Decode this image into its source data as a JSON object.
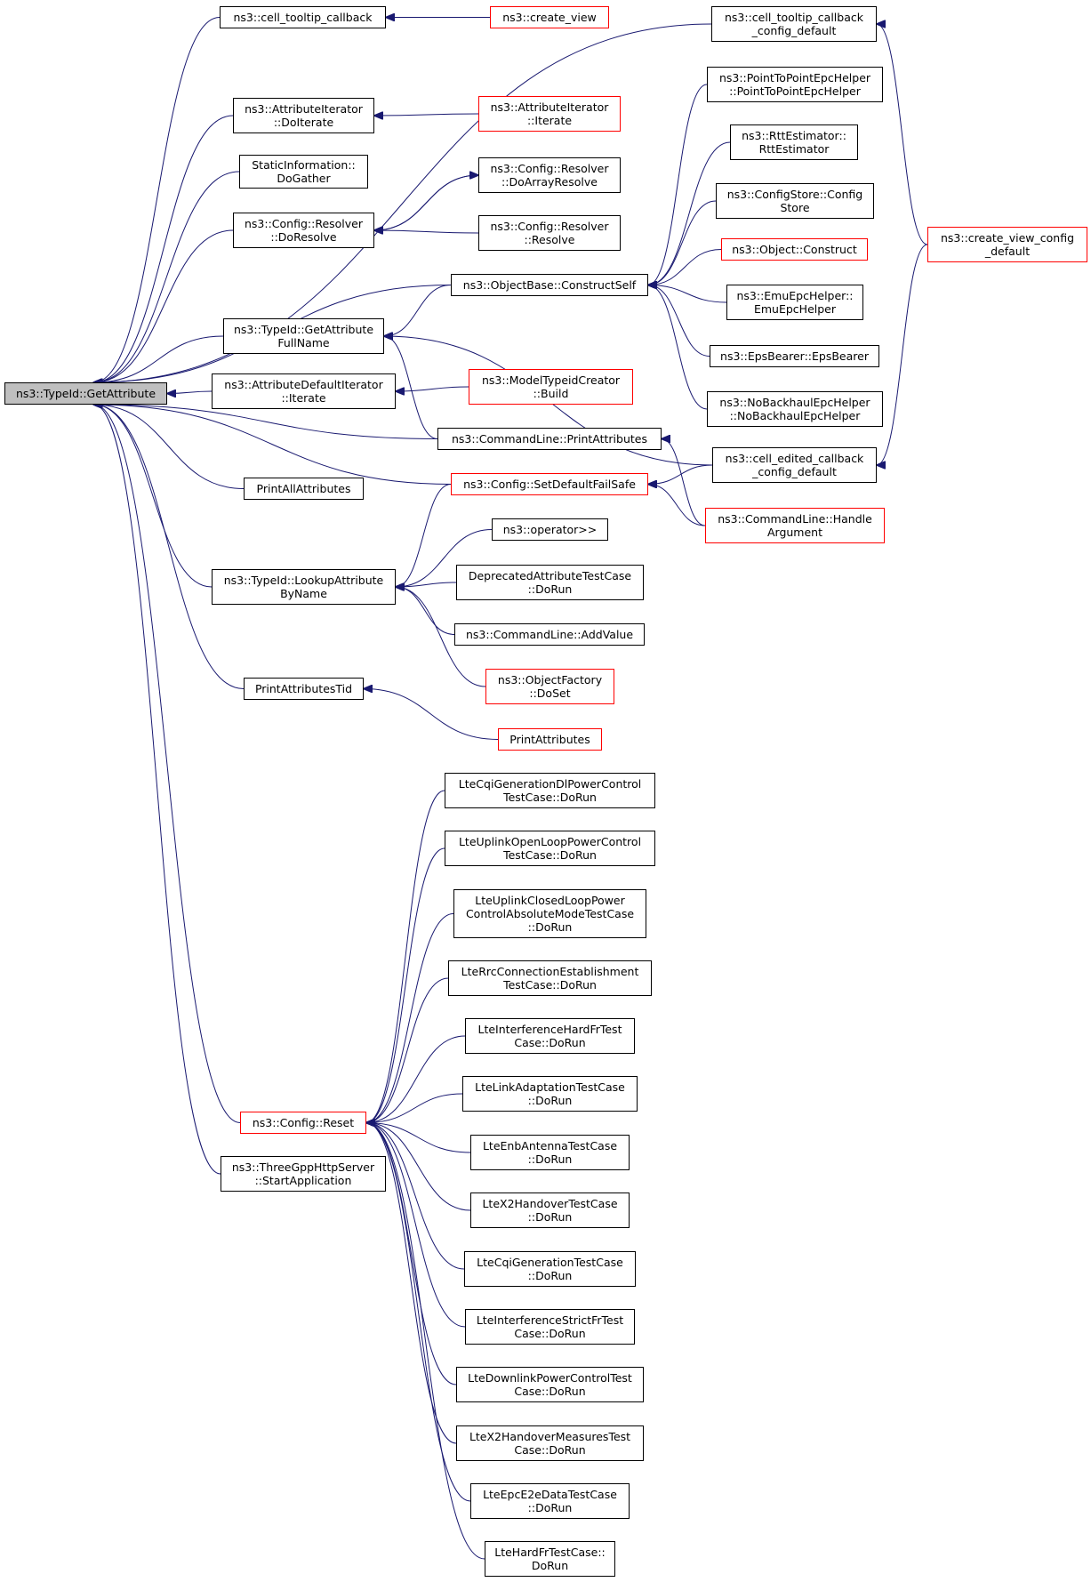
{
  "colors": {
    "edge": "#191970",
    "normal_border": "#000000",
    "link_border": "#ff0000",
    "root_fill": "#bfbfbf"
  },
  "nodes": [
    {
      "id": "getattr",
      "label": "ns3::TypeId::GetAttribute",
      "style": "root"
    },
    {
      "id": "cell_tooltip",
      "label": "ns3::cell_tooltip_callback",
      "style": "normal"
    },
    {
      "id": "create_view",
      "label": "ns3::create_view",
      "style": "link"
    },
    {
      "id": "cell_tooltip_def",
      "label": "ns3::cell_tooltip_callback\n_config_default",
      "style": "normal"
    },
    {
      "id": "ptp",
      "label": "ns3::PointToPointEpcHelper\n::PointToPointEpcHelper",
      "style": "normal"
    },
    {
      "id": "attr_iter_doiterate",
      "label": "ns3::AttributeIterator\n::DoIterate",
      "style": "normal"
    },
    {
      "id": "attr_iter_iterate",
      "label": "ns3::AttributeIterator\n::Iterate",
      "style": "link"
    },
    {
      "id": "rtt",
      "label": "ns3::RttEstimator::\nRttEstimator",
      "style": "normal"
    },
    {
      "id": "static_info",
      "label": "StaticInformation::\nDoGather",
      "style": "normal"
    },
    {
      "id": "doarray",
      "label": "ns3::Config::Resolver\n::DoArrayResolve",
      "style": "normal"
    },
    {
      "id": "configstore",
      "label": "ns3::ConfigStore::Config\nStore",
      "style": "normal"
    },
    {
      "id": "doresolve",
      "label": "ns3::Config::Resolver\n::DoResolve",
      "style": "normal"
    },
    {
      "id": "resolve",
      "label": "ns3::Config::Resolver\n::Resolve",
      "style": "normal"
    },
    {
      "id": "create_view_cfg",
      "label": "ns3::create_view_config\n_default",
      "style": "link"
    },
    {
      "id": "obj_construct",
      "label": "ns3::Object::Construct",
      "style": "link"
    },
    {
      "id": "constructself",
      "label": "ns3::ObjectBase::ConstructSelf",
      "style": "normal"
    },
    {
      "id": "emu",
      "label": "ns3::EmuEpcHelper::\nEmuEpcHelper",
      "style": "normal"
    },
    {
      "id": "getattrfull",
      "label": "ns3::TypeId::GetAttribute\nFullName",
      "style": "normal"
    },
    {
      "id": "epsbearer",
      "label": "ns3::EpsBearer::EpsBearer",
      "style": "normal"
    },
    {
      "id": "attrdef_iterate",
      "label": "ns3::AttributeDefaultIterator\n::Iterate",
      "style": "normal"
    },
    {
      "id": "modeltypeid",
      "label": "ns3::ModelTypeidCreator\n::Build",
      "style": "link"
    },
    {
      "id": "nobackhaul",
      "label": "ns3::NoBackhaulEpcHelper\n::NoBackhaulEpcHelper",
      "style": "normal"
    },
    {
      "id": "cmd_printattrs",
      "label": "ns3::CommandLine::PrintAttributes",
      "style": "normal"
    },
    {
      "id": "cell_edited",
      "label": "ns3::cell_edited_callback\n_config_default",
      "style": "normal"
    },
    {
      "id": "setdefaultfs",
      "label": "ns3::Config::SetDefaultFailSafe",
      "style": "link"
    },
    {
      "id": "printallattrs",
      "label": "PrintAllAttributes",
      "style": "normal"
    },
    {
      "id": "handlearg",
      "label": "ns3::CommandLine::Handle\nArgument",
      "style": "link"
    },
    {
      "id": "operator",
      "label": "ns3::operator>>",
      "style": "normal"
    },
    {
      "id": "lookupattr",
      "label": "ns3::TypeId::LookupAttribute\nByName",
      "style": "normal"
    },
    {
      "id": "deprecated",
      "label": "DeprecatedAttributeTestCase\n::DoRun",
      "style": "normal"
    },
    {
      "id": "addvalue",
      "label": "ns3::CommandLine::AddValue",
      "style": "normal"
    },
    {
      "id": "objfactory",
      "label": "ns3::ObjectFactory\n::DoSet",
      "style": "link"
    },
    {
      "id": "printattrstid",
      "label": "PrintAttributesTid",
      "style": "normal"
    },
    {
      "id": "printattrs",
      "label": "PrintAttributes",
      "style": "link"
    },
    {
      "id": "t1",
      "label": "LteCqiGenerationDlPowerControl\nTestCase::DoRun",
      "style": "normal"
    },
    {
      "id": "t2",
      "label": "LteUplinkOpenLoopPowerControl\nTestCase::DoRun",
      "style": "normal"
    },
    {
      "id": "t3",
      "label": "LteUplinkClosedLoopPower\nControlAbsoluteModeTestCase\n::DoRun",
      "style": "normal"
    },
    {
      "id": "t4",
      "label": "LteRrcConnectionEstablishment\nTestCase::DoRun",
      "style": "normal"
    },
    {
      "id": "t5",
      "label": "LteInterferenceHardFrTest\nCase::DoRun",
      "style": "normal"
    },
    {
      "id": "t6",
      "label": "LteLinkAdaptationTestCase\n::DoRun",
      "style": "normal"
    },
    {
      "id": "cfgreset",
      "label": "ns3::Config::Reset",
      "style": "link"
    },
    {
      "id": "t7",
      "label": "LteEnbAntennaTestCase\n::DoRun",
      "style": "normal"
    },
    {
      "id": "threegpp",
      "label": "ns3::ThreeGppHttpServer\n::StartApplication",
      "style": "normal"
    },
    {
      "id": "t8",
      "label": "LteX2HandoverTestCase\n::DoRun",
      "style": "normal"
    },
    {
      "id": "t9",
      "label": "LteCqiGenerationTestCase\n::DoRun",
      "style": "normal"
    },
    {
      "id": "t10",
      "label": "LteInterferenceStrictFrTest\nCase::DoRun",
      "style": "normal"
    },
    {
      "id": "t11",
      "label": "LteDownlinkPowerControlTest\nCase::DoRun",
      "style": "normal"
    },
    {
      "id": "t12",
      "label": "LteX2HandoverMeasuresTest\nCase::DoRun",
      "style": "normal"
    },
    {
      "id": "t13",
      "label": "LteEpcE2eDataTestCase\n::DoRun",
      "style": "normal"
    },
    {
      "id": "t14",
      "label": "LteHardFrTestCase::\nDoRun",
      "style": "normal"
    }
  ],
  "edges": [
    [
      "getattr",
      "cell_tooltip"
    ],
    [
      "getattr",
      "cell_tooltip_def"
    ],
    [
      "getattr",
      "attr_iter_doiterate"
    ],
    [
      "getattr",
      "static_info"
    ],
    [
      "getattr",
      "doresolve"
    ],
    [
      "getattr",
      "constructself"
    ],
    [
      "getattr",
      "getattrfull"
    ],
    [
      "getattr",
      "attrdef_iterate"
    ],
    [
      "getattr",
      "setdefaultfs"
    ],
    [
      "getattr",
      "printallattrs"
    ],
    [
      "getattr",
      "cmd_printattrs"
    ],
    [
      "getattr",
      "lookupattr"
    ],
    [
      "getattr",
      "printattrstid"
    ],
    [
      "getattr",
      "cfgreset"
    ],
    [
      "getattr",
      "threegpp"
    ],
    [
      "cell_tooltip",
      "create_view"
    ],
    [
      "cell_tooltip_def",
      "create_view_cfg"
    ],
    [
      "attr_iter_doiterate",
      "attr_iter_iterate"
    ],
    [
      "doresolve",
      "doarray"
    ],
    [
      "doarray",
      "doresolve"
    ],
    [
      "doresolve",
      "resolve"
    ],
    [
      "constructself",
      "ptp"
    ],
    [
      "constructself",
      "rtt"
    ],
    [
      "constructself",
      "configstore"
    ],
    [
      "constructself",
      "obj_construct"
    ],
    [
      "constructself",
      "emu"
    ],
    [
      "constructself",
      "epsbearer"
    ],
    [
      "constructself",
      "nobackhaul"
    ],
    [
      "getattrfull",
      "constructself"
    ],
    [
      "getattrfull",
      "cmd_printattrs"
    ],
    [
      "getattrfull",
      "cell_edited"
    ],
    [
      "attrdef_iterate",
      "modeltypeid"
    ],
    [
      "cell_edited",
      "create_view_cfg"
    ],
    [
      "setdefaultfs",
      "cell_edited"
    ],
    [
      "setdefaultfs",
      "handlearg"
    ],
    [
      "cmd_printattrs",
      "handlearg"
    ],
    [
      "lookupattr",
      "setdefaultfs"
    ],
    [
      "lookupattr",
      "operator"
    ],
    [
      "lookupattr",
      "deprecated"
    ],
    [
      "lookupattr",
      "addvalue"
    ],
    [
      "lookupattr",
      "objfactory"
    ],
    [
      "printattrstid",
      "printattrs"
    ],
    [
      "cfgreset",
      "t1"
    ],
    [
      "cfgreset",
      "t2"
    ],
    [
      "cfgreset",
      "t3"
    ],
    [
      "cfgreset",
      "t4"
    ],
    [
      "cfgreset",
      "t5"
    ],
    [
      "cfgreset",
      "t6"
    ],
    [
      "cfgreset",
      "t7"
    ],
    [
      "cfgreset",
      "t8"
    ],
    [
      "cfgreset",
      "t9"
    ],
    [
      "cfgreset",
      "t10"
    ],
    [
      "cfgreset",
      "t11"
    ],
    [
      "cfgreset",
      "t12"
    ],
    [
      "cfgreset",
      "t13"
    ],
    [
      "cfgreset",
      "t14"
    ]
  ]
}
